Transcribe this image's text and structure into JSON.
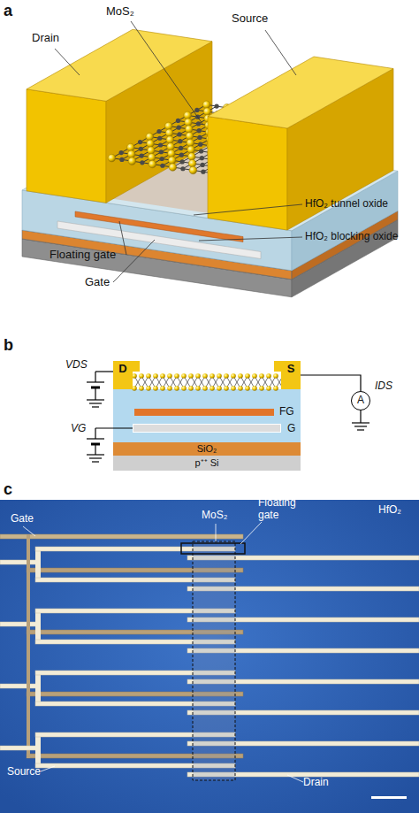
{
  "diagram": {
    "nodes": [
      {
        "text": [
          "D"
        ]
      },
      {
        "text": [
          "S"
        ]
      },
      {
        "text": [
          "FG"
        ]
      },
      {
        "text": [
          "G"
        ]
      },
      {
        "text": [
          "SiO₂"
        ]
      },
      {
        "text": [
          "p⁺⁺ Si"
        ]
      },
      {
        "text": [
          "A"
        ]
      }
    ],
    "edges": [
      {
        "from": 1,
        "to": 6,
        "arrow": "none"
      }
    ],
    "labels": [
      "a",
      "MoS₂",
      "Drain",
      "Source",
      "HfO₂ tunnel oxide",
      "HfO₂ blocking oxide",
      "Floating gate",
      "Gate",
      "b",
      "VDS",
      "IDS",
      "VG",
      "c",
      "HfO₂",
      "Gate",
      "MoS₂",
      "Floating gate",
      "Source",
      "Drain"
    ]
  }
}
